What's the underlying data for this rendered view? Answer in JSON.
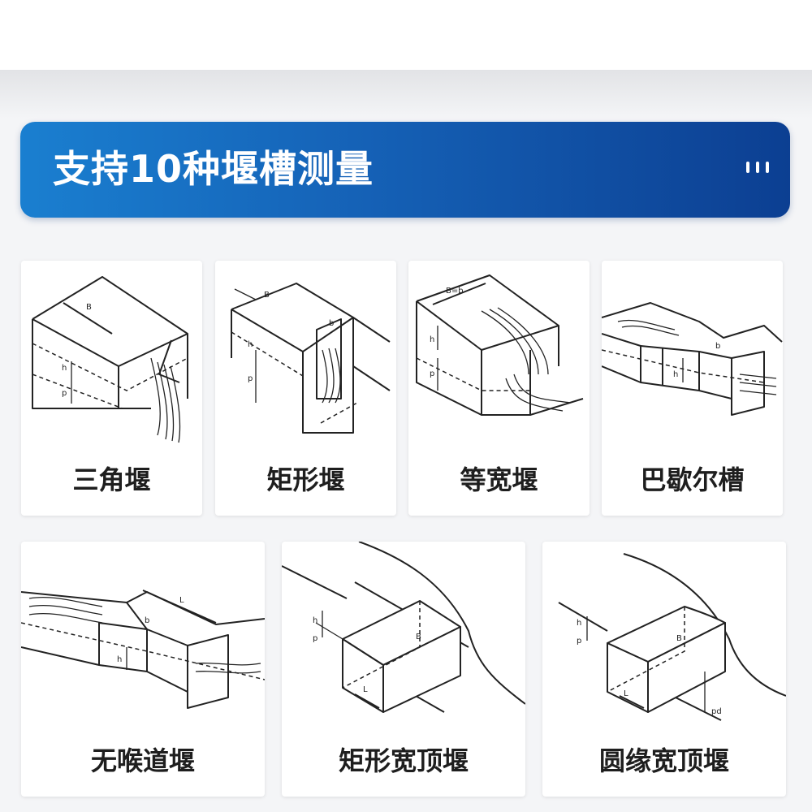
{
  "banner": {
    "title": "支持10种堰槽测量"
  },
  "icons": {
    "menu": "more-vertical-dots-icon"
  },
  "colors": {
    "banner_start": "#1a7fd0",
    "banner_end": "#0c3f92",
    "card_bg": "#ffffff",
    "label_text": "#1e1e1e"
  },
  "weirs": [
    {
      "name": "三角堰",
      "labels": [
        "B",
        "h",
        "p"
      ]
    },
    {
      "name": "矩形堰",
      "labels": [
        "B",
        "b",
        "h",
        "p"
      ]
    },
    {
      "name": "等宽堰",
      "labels": [
        "B=b",
        "h",
        "p"
      ]
    },
    {
      "name": "巴歇尔槽",
      "labels": [
        "b",
        "h"
      ]
    },
    {
      "name": "无喉道堰",
      "labels": [
        "L",
        "b",
        "h"
      ]
    },
    {
      "name": "矩形宽顶堰",
      "labels": [
        "h",
        "p",
        "B",
        "L"
      ]
    },
    {
      "name": "圆缘宽顶堰",
      "labels": [
        "h",
        "p",
        "B",
        "L",
        "pd"
      ]
    }
  ]
}
